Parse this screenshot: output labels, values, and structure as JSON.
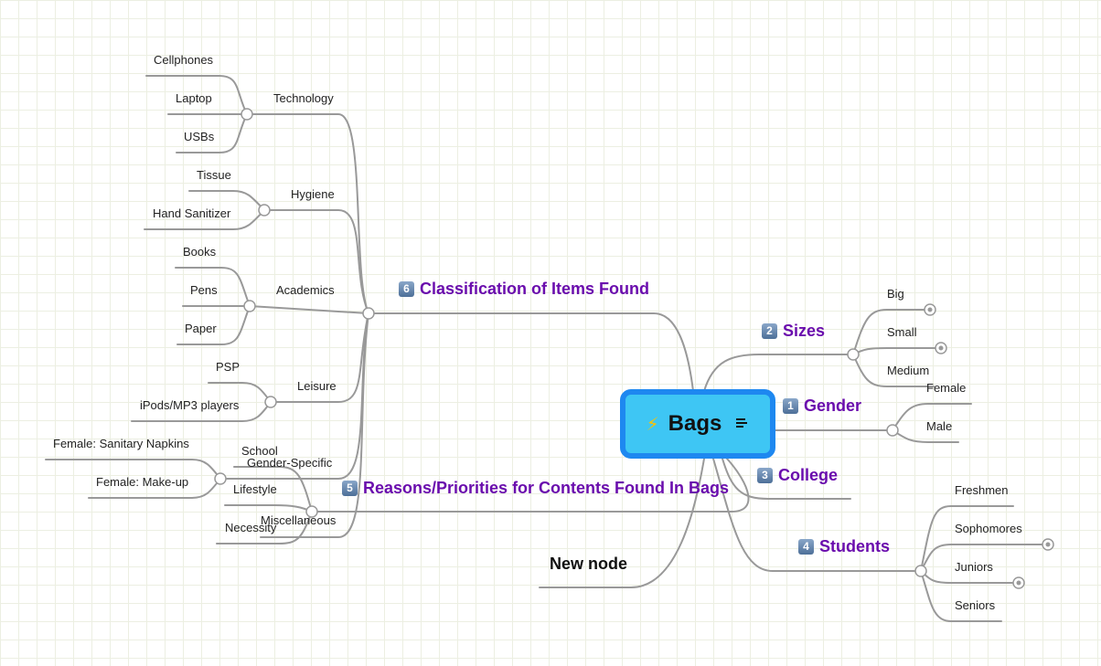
{
  "central": {
    "title": "Bags",
    "icon": "lightning-icon"
  },
  "sections": {
    "classification": {
      "badge": "6",
      "label": "Classification of Items Found"
    },
    "sizes": {
      "badge": "2",
      "label": "Sizes"
    },
    "gender": {
      "badge": "1",
      "label": "Gender"
    },
    "college": {
      "badge": "3",
      "label": "College"
    },
    "students": {
      "badge": "4",
      "label": "Students"
    },
    "reasons": {
      "badge": "5",
      "label": "Reasons/Priorities for Contents Found In Bags"
    },
    "new_node": {
      "label": "New node"
    }
  },
  "classification": {
    "technology": {
      "label": "Technology",
      "items": [
        "Cellphones",
        "Laptop",
        "USBs"
      ]
    },
    "hygiene": {
      "label": "Hygiene",
      "items": [
        "Tissue",
        "Hand Sanitizer"
      ]
    },
    "academics": {
      "label": "Academics",
      "items": [
        "Books",
        "Pens",
        "Paper"
      ]
    },
    "leisure": {
      "label": "Leisure",
      "items": [
        "PSP",
        "iPods/MP3 players"
      ]
    },
    "gender_specific": {
      "label": "Gender-Specific",
      "items": [
        "Female: Sanitary Napkins",
        "Female: Make-up"
      ]
    },
    "miscellaneous": {
      "label": "Miscellaneous"
    }
  },
  "reasons": {
    "items": [
      "School",
      "Lifestyle",
      "Necessity"
    ]
  },
  "sizes": {
    "items": [
      "Big",
      "Small",
      "Medium"
    ]
  },
  "gender": {
    "items": [
      "Female",
      "Male"
    ]
  },
  "students": {
    "items": [
      "Freshmen",
      "Sophomores",
      "Juniors",
      "Seniors"
    ]
  },
  "colors": {
    "line": "#999999",
    "accent": "#6a0dad",
    "central_fill": "#3ec6f4",
    "central_border": "#1e88f0"
  }
}
